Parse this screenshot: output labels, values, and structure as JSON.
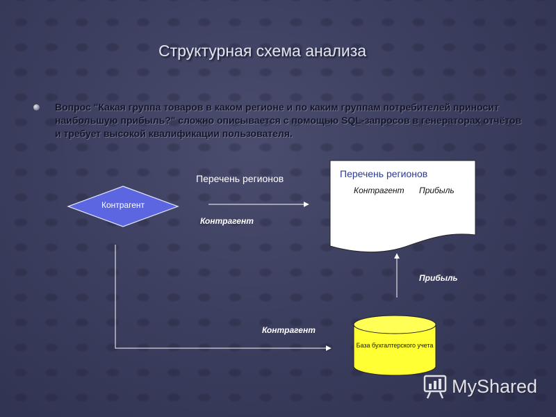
{
  "slide": {
    "title": "Структурная схема анализа",
    "question": "Вопрос \"Какая группа товаров в каком регионе и по каким группам потребителей приносит наибольшую прибыль?\" сложно описывается с помощью SQL-запросов в генераторах отчётов и требует высокой квалификации пользователя."
  },
  "diagram": {
    "diamond_label": "Контрагент",
    "arrow_label_top": "Перечень регионов",
    "arrow_label_bottom": "Контрагент",
    "document": {
      "title": "Перечень регионов",
      "col1": "Контрагент",
      "col2": "Прибыль"
    },
    "up_arrow_label": "Прибыль",
    "bottom_arrow_label": "Контрагент",
    "database_label": "База бухгалтерского учета"
  },
  "watermark": {
    "text": "MyShared",
    "icon": "presentation-board-icon"
  },
  "colors": {
    "diamond_fill": "#5b66e0",
    "database_fill": "#ffff33",
    "document_title": "#2b3a8f"
  }
}
